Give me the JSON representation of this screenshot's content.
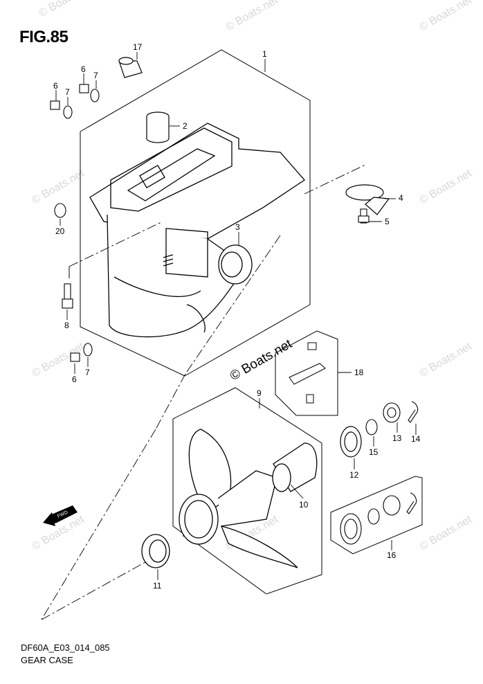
{
  "figure": {
    "title": "FIG.85",
    "code": "DF60A_E03_014_085",
    "name": "GEAR CASE"
  },
  "callouts": {
    "p1": "1",
    "p2": "2",
    "p3": "3",
    "p4": "4",
    "p5": "5",
    "p6a": "6",
    "p6b": "6",
    "p6c": "6",
    "p7a": "7",
    "p7b": "7",
    "p7c": "7",
    "p8": "8",
    "p9": "9",
    "p10": "10",
    "p11": "11",
    "p12": "12",
    "p13": "13",
    "p14": "14",
    "p15": "15",
    "p16": "16",
    "p17": "17",
    "p18": "18",
    "p20": "20"
  },
  "watermark": {
    "text": "© Boats.net"
  },
  "fwd_label": "FWD"
}
